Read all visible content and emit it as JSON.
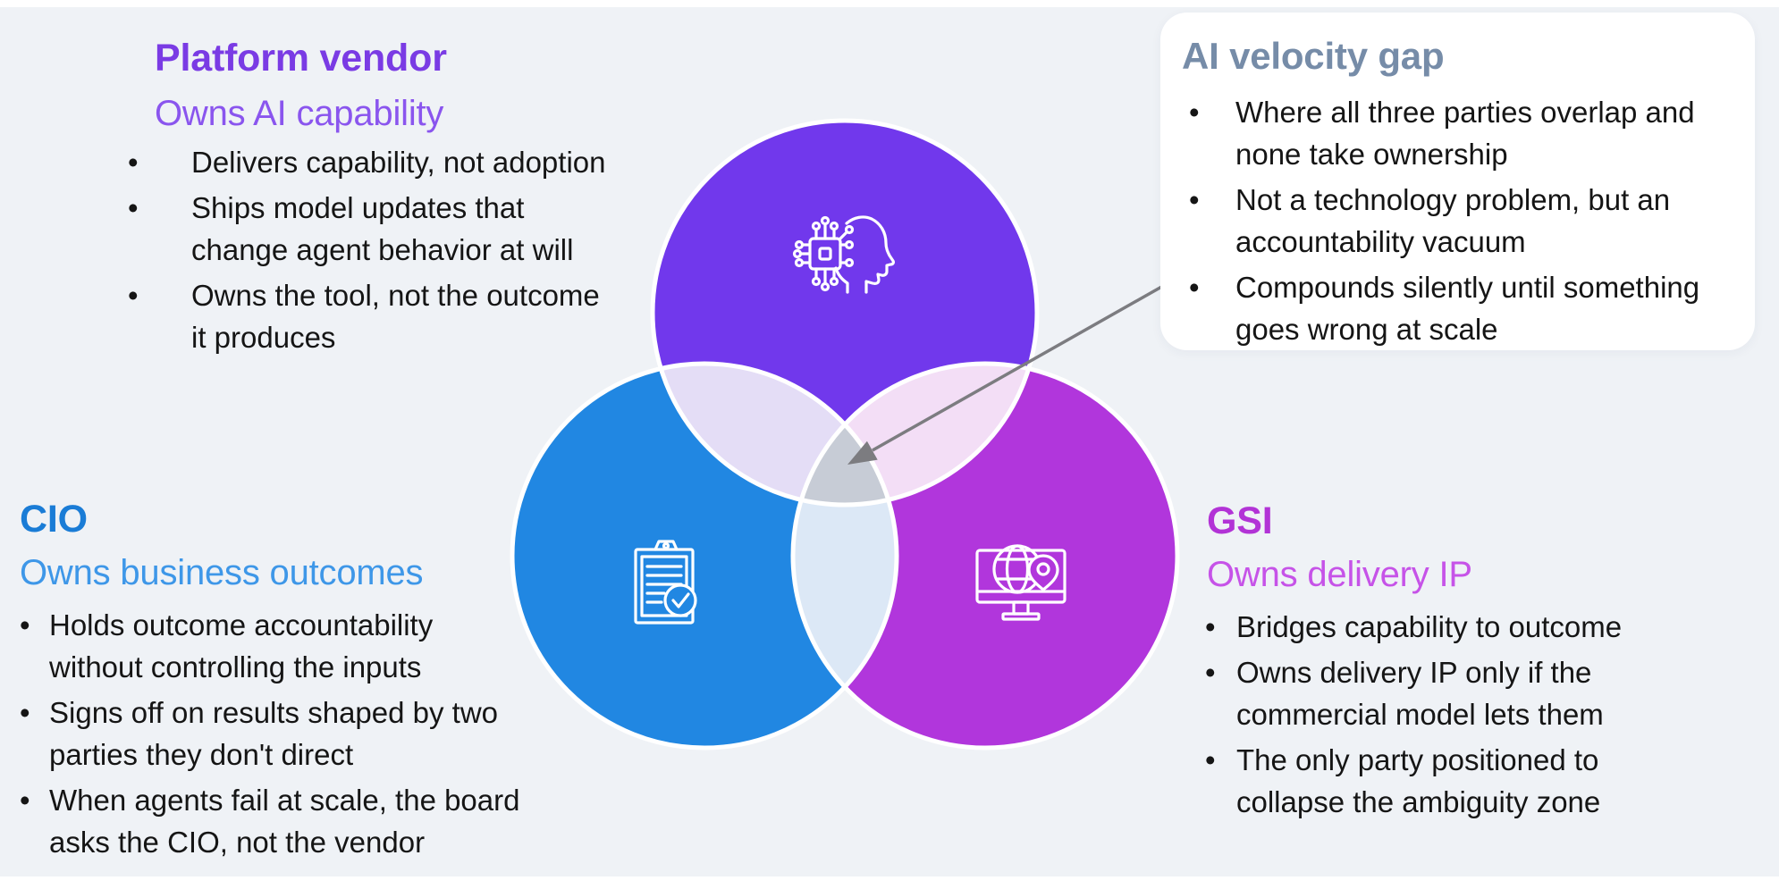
{
  "ui": {
    "bullet_char": "•"
  },
  "canvas": {
    "background": "#EFF2F6"
  },
  "venn": {
    "outline": "#FFFFFF",
    "arrow_color": "#7C7C80",
    "circles": {
      "vendor": {
        "label": "Platform vendor",
        "color": "#7138EC",
        "icon": "ai-head-icon"
      },
      "cio": {
        "label": "CIO",
        "color": "#2187E2",
        "icon": "clipboard-check-icon"
      },
      "gsi": {
        "label": "GSI",
        "color": "#B136DC",
        "icon": "globe-monitor-icon"
      }
    },
    "overlaps": {
      "vendor_cio": "#E4DDF6",
      "vendor_gsi": "#F3DEF6",
      "cio_gsi": "#DCE8F6",
      "center": "#C7CCD6"
    }
  },
  "blocks": {
    "vendor": {
      "title": "Platform vendor",
      "title_color": "#7A3BE4",
      "subtitle": "Owns AI capability",
      "subtitle_color": "#8A55EE",
      "bullets": [
        "Delivers capability, not adoption",
        "Ships model updates that\nchange agent behavior at will",
        "Owns the tool, not the outcome\nit produces"
      ]
    },
    "cio": {
      "title": "CIO",
      "title_color": "#1A7CD6",
      "subtitle": "Owns business outcomes",
      "subtitle_color": "#3E97E8",
      "bullets": [
        "Holds outcome accountability\nwithout controlling the inputs",
        "Signs off on results shaped by two\nparties they don't direct",
        "When agents fail at scale, the board\nasks the CIO, not the vendor"
      ]
    },
    "gsi": {
      "title": "GSI",
      "title_color": "#B233D6",
      "subtitle": "Owns delivery IP",
      "subtitle_color": "#C653E8",
      "bullets": [
        "Bridges capability to outcome",
        "Owns delivery IP only if the\ncommercial model lets them",
        "The only party positioned to\ncollapse the ambiguity zone"
      ]
    },
    "callout": {
      "title": "AI velocity gap",
      "title_color": "#768CA8",
      "bullets": [
        "Where all three parties overlap and\nnone take ownership",
        "Not a technology problem, but an\naccountability vacuum",
        "Compounds silently until something\ngoes wrong at scale"
      ]
    }
  }
}
